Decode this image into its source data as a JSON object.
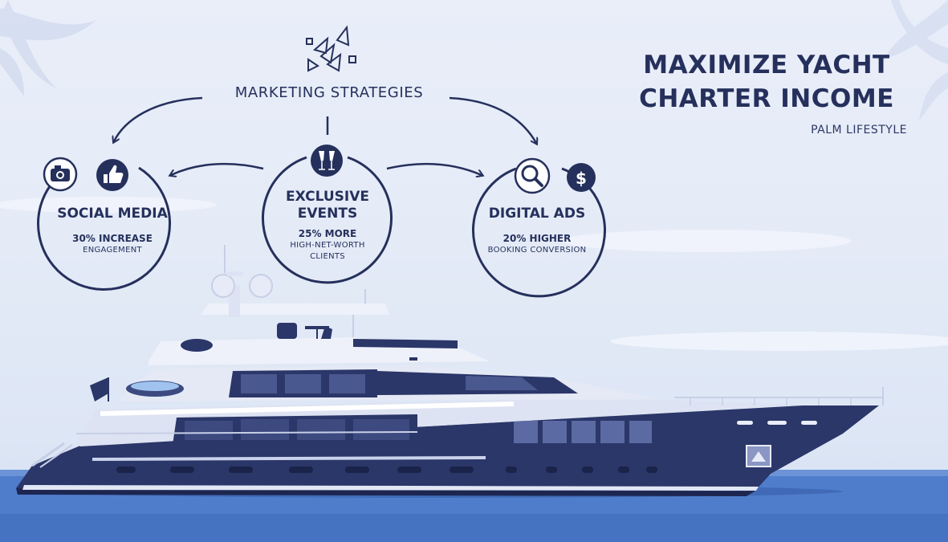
{
  "title": {
    "line1": "MAXIMIZE YACHT",
    "line2": "CHARTER INCOME"
  },
  "brand": "PALM LIFESTYLE",
  "hub": {
    "label": "MARKETING STRATEGIES",
    "icon": "geometric-shapes-icon"
  },
  "strategies": [
    {
      "heading": "SOCIAL MEDIA",
      "stat": "30% INCREASE",
      "detail": "ENGAGEMENT",
      "icons": [
        "camera-icon",
        "thumbs-up-icon"
      ]
    },
    {
      "heading_line1": "EXCLUSIVE",
      "heading_line2": "EVENTS",
      "stat": "25% MORE",
      "detail_line1": "HIGH-NET-WORTH",
      "detail_line2": "CLIENTS",
      "icons": [
        "champagne-glasses-icon"
      ]
    },
    {
      "heading": "DIGITAL ADS",
      "stat": "20% HIGHER",
      "detail": "BOOKING CONVERSION",
      "icons": [
        "magnifier-icon",
        "dollar-icon"
      ]
    }
  ],
  "colors": {
    "navy": "#25305c",
    "hull": "#2b3669",
    "sky": "#e6ecf8",
    "sea": "#4e7ccc",
    "superstructure": "#dfe5f3"
  }
}
